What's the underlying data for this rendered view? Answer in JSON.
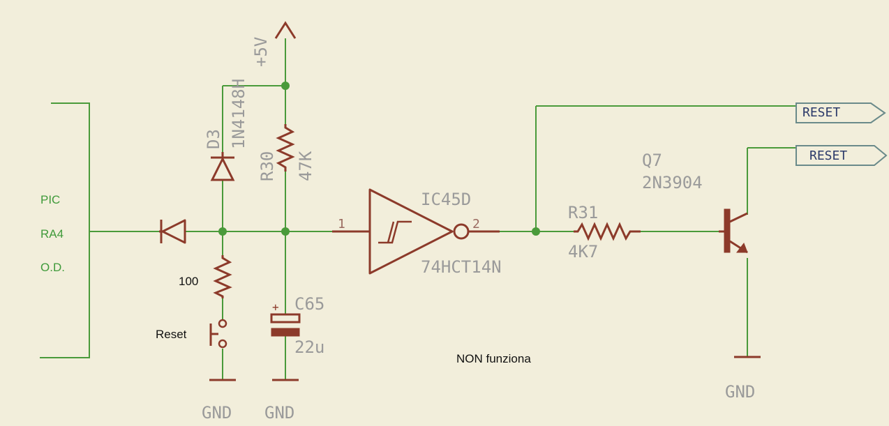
{
  "connector": {
    "labels": [
      "PIC",
      "RA4",
      "O.D."
    ]
  },
  "diode_d3": {
    "ref": "D3",
    "value": "1N4148H"
  },
  "supply": {
    "label": "+5V"
  },
  "resistor_r30": {
    "ref": "R30",
    "value": "47K"
  },
  "resistor_r31": {
    "ref": "R31",
    "value": "4K7"
  },
  "resistor_100": {
    "value": "100"
  },
  "capacitor_c65": {
    "ref": "C65",
    "value": "22u",
    "polarity": "+"
  },
  "switch": {
    "label": "Reset"
  },
  "gate": {
    "ref": "IC45D",
    "value": "74HCT14N",
    "pin_in": "1",
    "pin_out": "2"
  },
  "transistor": {
    "ref": "Q7",
    "value": "2N3904"
  },
  "flags": {
    "reset_1": "RESET",
    "reset_2": "RESET"
  },
  "grounds": {
    "gnd_1": "GND",
    "gnd_2": "GND",
    "gnd_3": "GND"
  },
  "note": "NON funziona"
}
